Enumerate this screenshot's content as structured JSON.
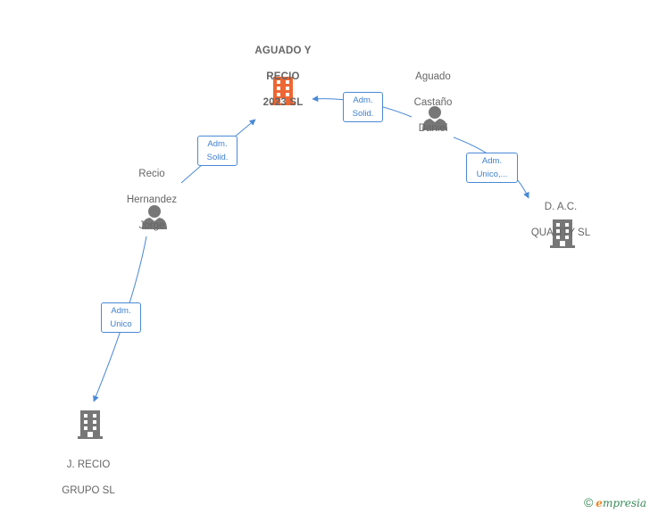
{
  "nodes": {
    "aguado_recio": {
      "lines": [
        "AGUADO Y",
        "RECIO",
        "2023  SL"
      ],
      "type": "company",
      "color": "#ee6633"
    },
    "aguado_castano": {
      "lines": [
        "Aguado",
        "Castaño",
        "Daniel"
      ],
      "type": "person",
      "color": "#777777"
    },
    "recio_hernandez": {
      "lines": [
        "Recio",
        "Hernandez",
        "Jorge"
      ],
      "type": "person",
      "color": "#777777"
    },
    "dac_quality": {
      "lines": [
        "D. A.C.",
        "QUALITY  SL"
      ],
      "type": "company",
      "color": "#777777"
    },
    "j_recio": {
      "lines": [
        "J. RECIO",
        "GRUPO  SL"
      ],
      "type": "company",
      "color": "#777777"
    }
  },
  "edges": {
    "castano_to_aguado": {
      "lines": [
        "Adm.",
        "Solid."
      ]
    },
    "recio_to_aguado": {
      "lines": [
        "Adm.",
        "Solid."
      ]
    },
    "castano_to_dac": {
      "lines": [
        "Adm.",
        "Unico,..."
      ]
    },
    "recio_to_jrecio": {
      "lines": [
        "Adm.",
        "Unico"
      ]
    }
  },
  "colors": {
    "edge": "#4a89d6"
  },
  "footer": {
    "copyright": "©",
    "brand_first": "e",
    "brand_rest": "mpresia"
  }
}
